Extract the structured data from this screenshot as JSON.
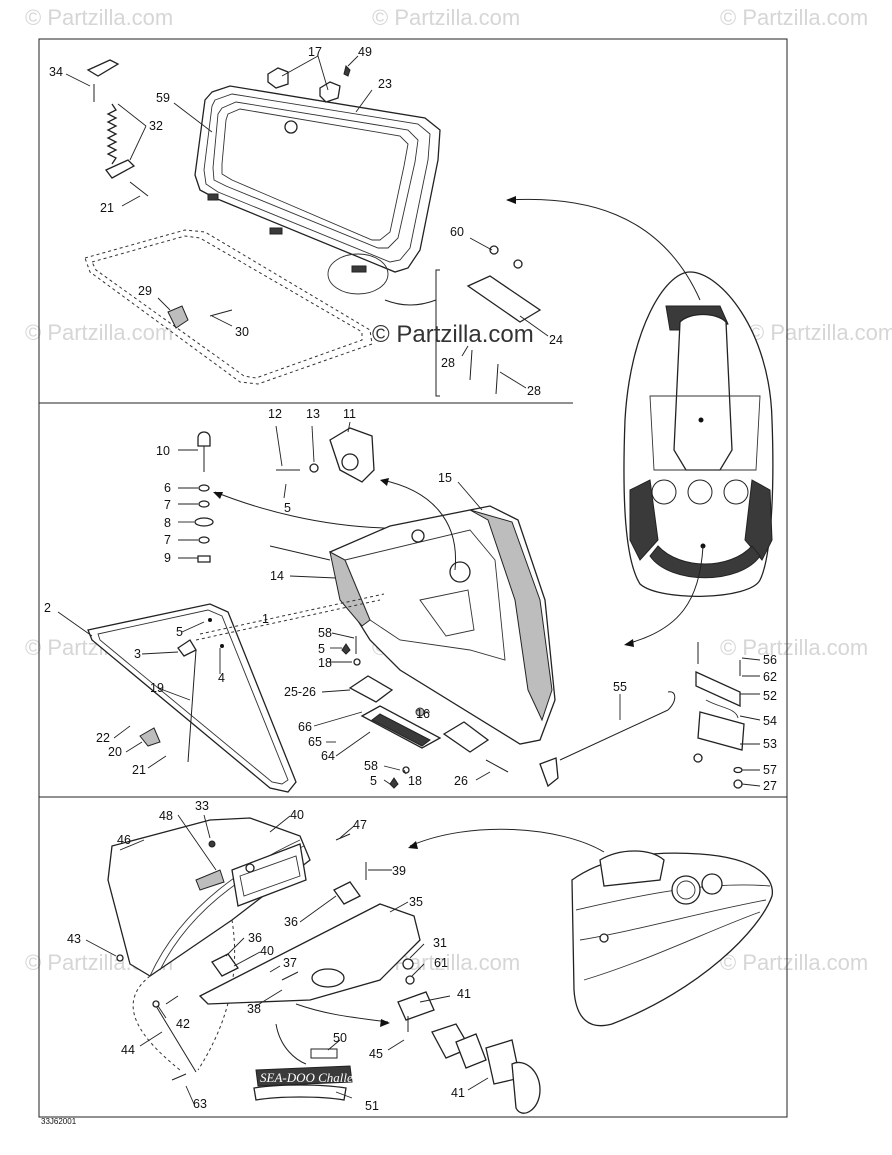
{
  "watermark": "© Partzilla.com",
  "center_watermark": "© Partzilla.com",
  "diagram_code": "33J62001",
  "logo_text": "SEA-DOO Challenger",
  "callouts": [
    "1",
    "2",
    "3",
    "4",
    "5",
    "6",
    "7",
    "8",
    "9",
    "10",
    "11",
    "12",
    "13",
    "14",
    "15",
    "16",
    "17",
    "18",
    "19",
    "20",
    "21",
    "22",
    "23",
    "24",
    "25-26",
    "26",
    "27",
    "28",
    "29",
    "30",
    "31",
    "32",
    "33",
    "34",
    "35",
    "36",
    "37",
    "38",
    "39",
    "40",
    "41",
    "42",
    "43",
    "44",
    "45",
    "46",
    "47",
    "48",
    "49",
    "50",
    "51",
    "52",
    "53",
    "54",
    "55",
    "56",
    "57",
    "58",
    "59",
    "60",
    "61",
    "62",
    "63",
    "64",
    "65",
    "66"
  ]
}
